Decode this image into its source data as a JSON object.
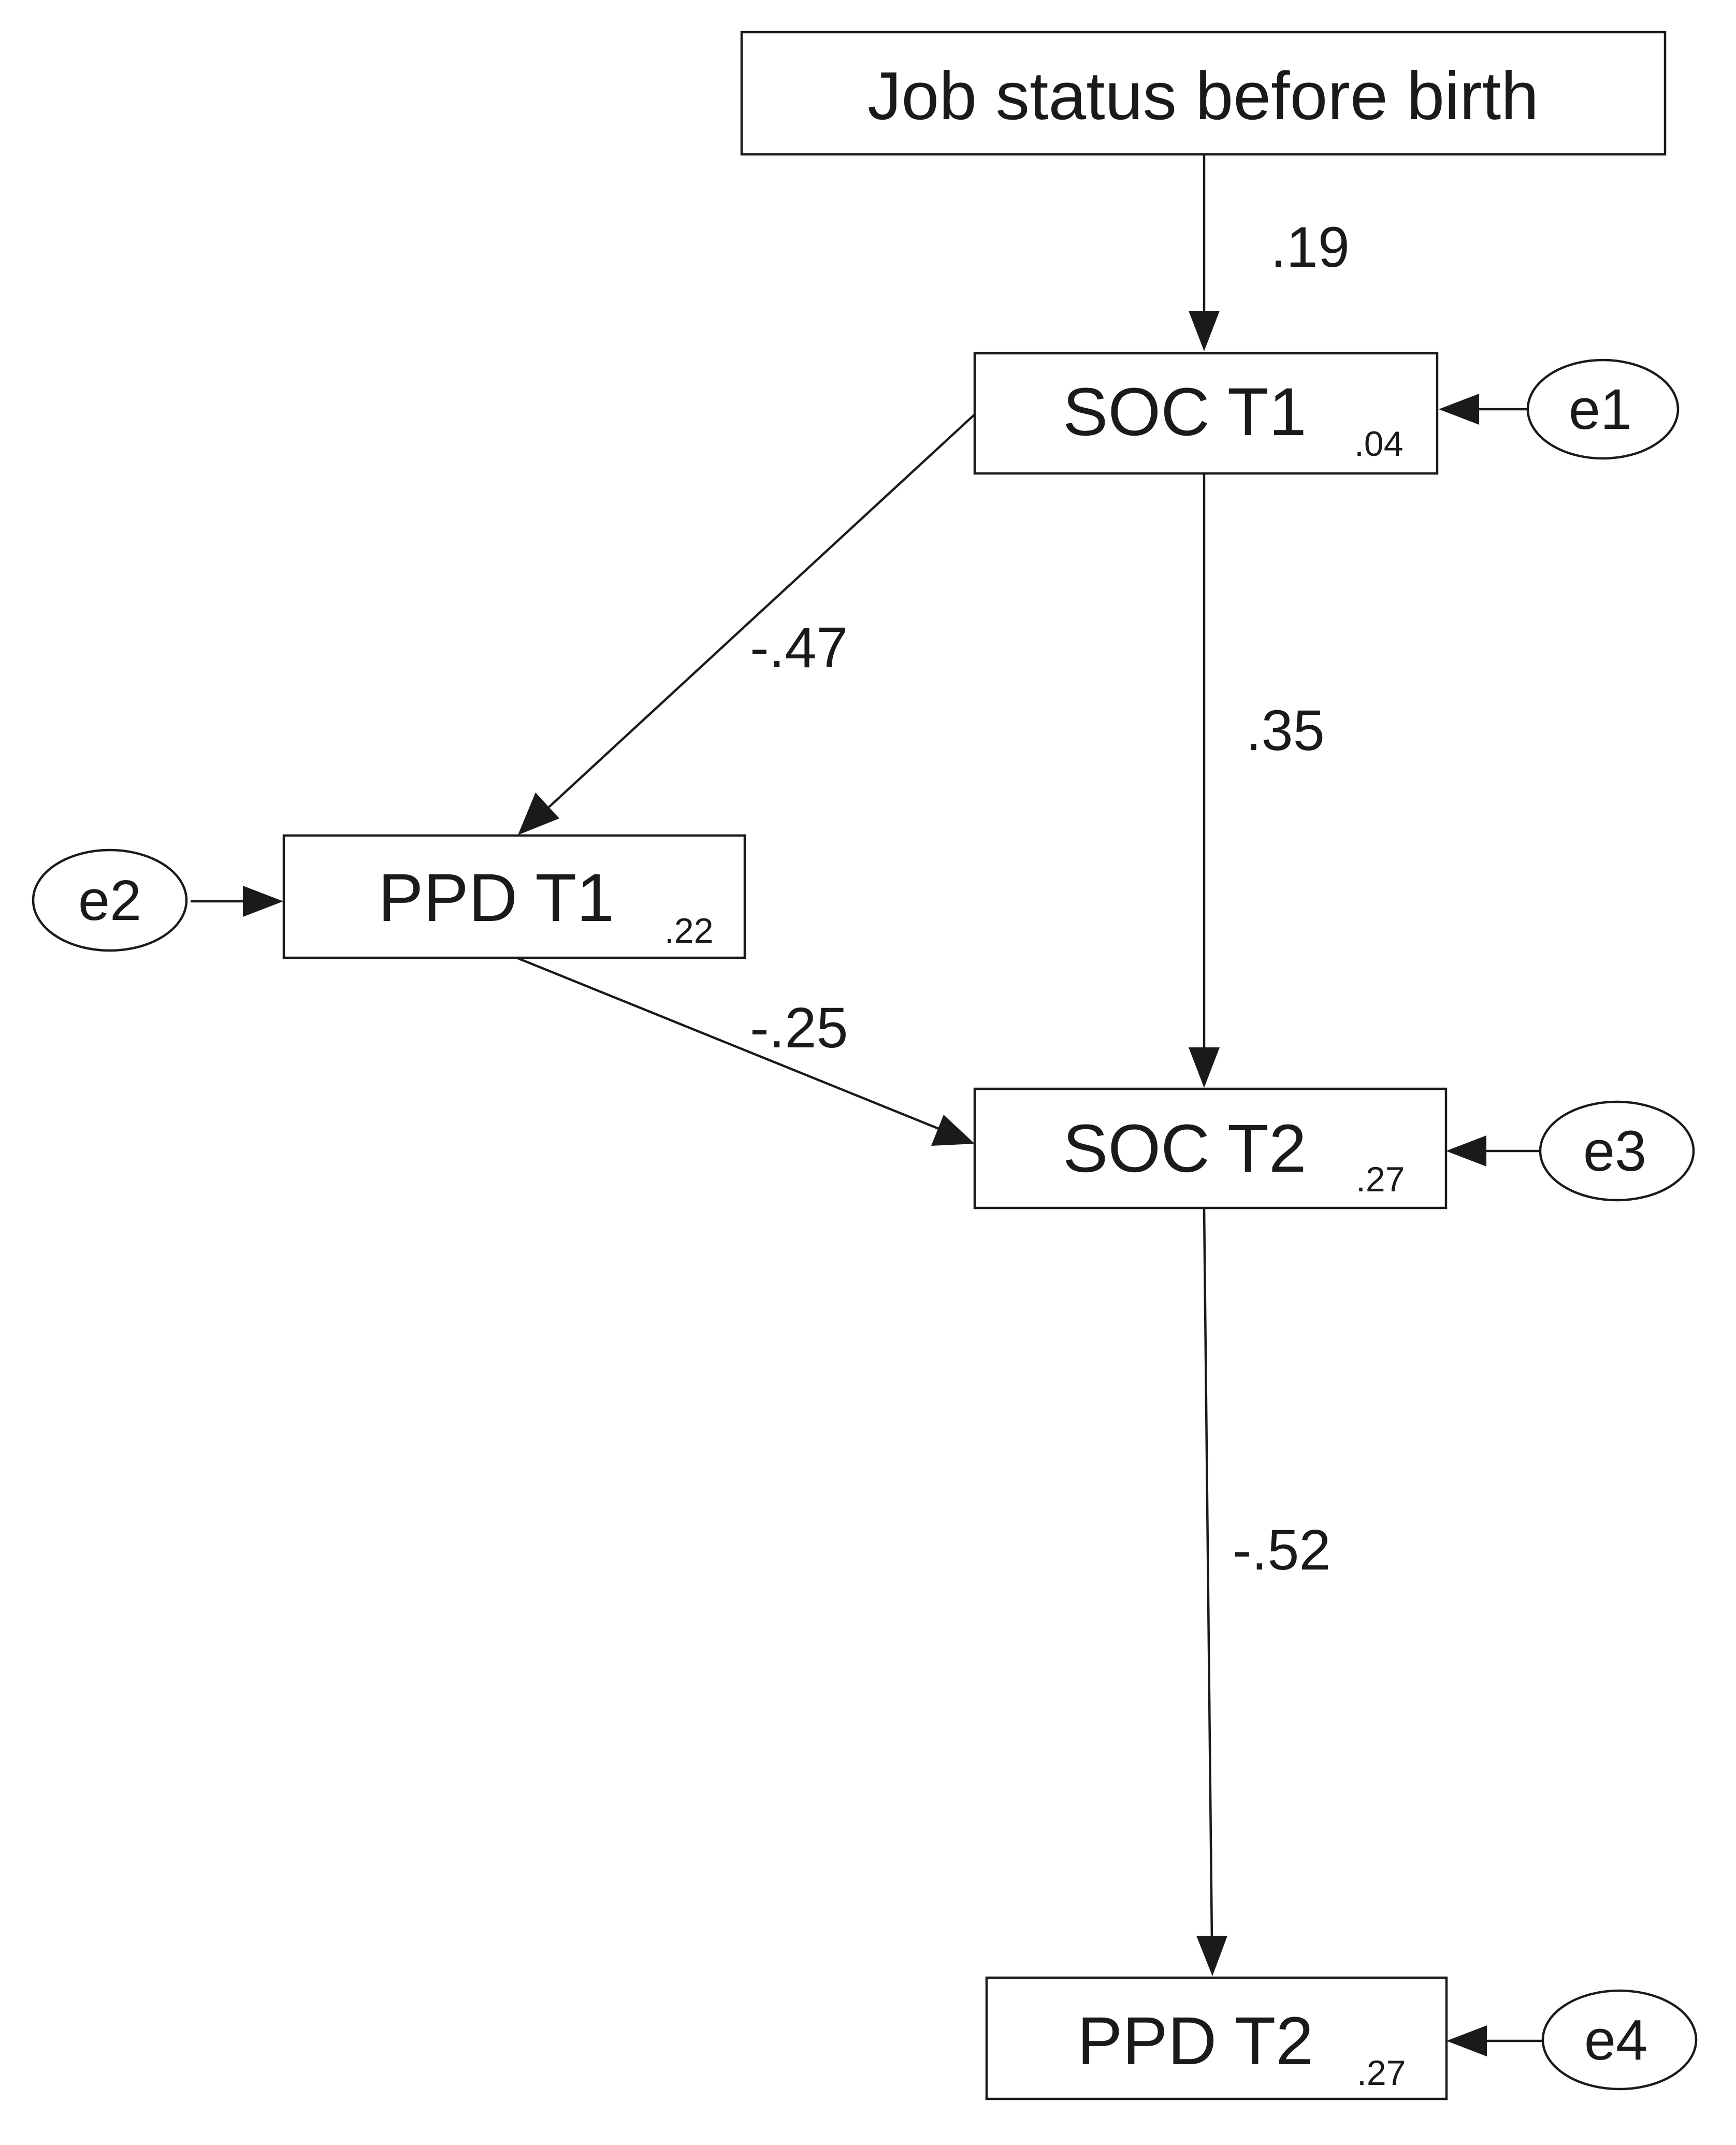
{
  "diagram": {
    "nodes": {
      "job_status": {
        "label": "Job status before birth"
      },
      "soc_t1": {
        "label": "SOC T1",
        "r2": ".04"
      },
      "ppd_t1": {
        "label": "PPD T1",
        "r2": ".22"
      },
      "soc_t2": {
        "label": "SOC T2",
        "r2": ".27"
      },
      "ppd_t2": {
        "label": "PPD T2",
        "r2": ".27"
      }
    },
    "errors": {
      "e1": "e1",
      "e2": "e2",
      "e3": "e3",
      "e4": "e4"
    },
    "paths": {
      "job_to_soc1": {
        "from": "Job status before birth",
        "to": "SOC T1",
        "coefficient": ".19"
      },
      "soc1_to_ppd1": {
        "from": "SOC T1",
        "to": "PPD T1",
        "coefficient": "-.47"
      },
      "soc1_to_soc2": {
        "from": "SOC T1",
        "to": "SOC T2",
        "coefficient": ".35"
      },
      "ppd1_to_soc2": {
        "from": "PPD T1",
        "to": "SOC T2",
        "coefficient": "-.25"
      },
      "soc2_to_ppd2": {
        "from": "SOC T2",
        "to": "PPD T2",
        "coefficient": "-.52"
      }
    }
  }
}
